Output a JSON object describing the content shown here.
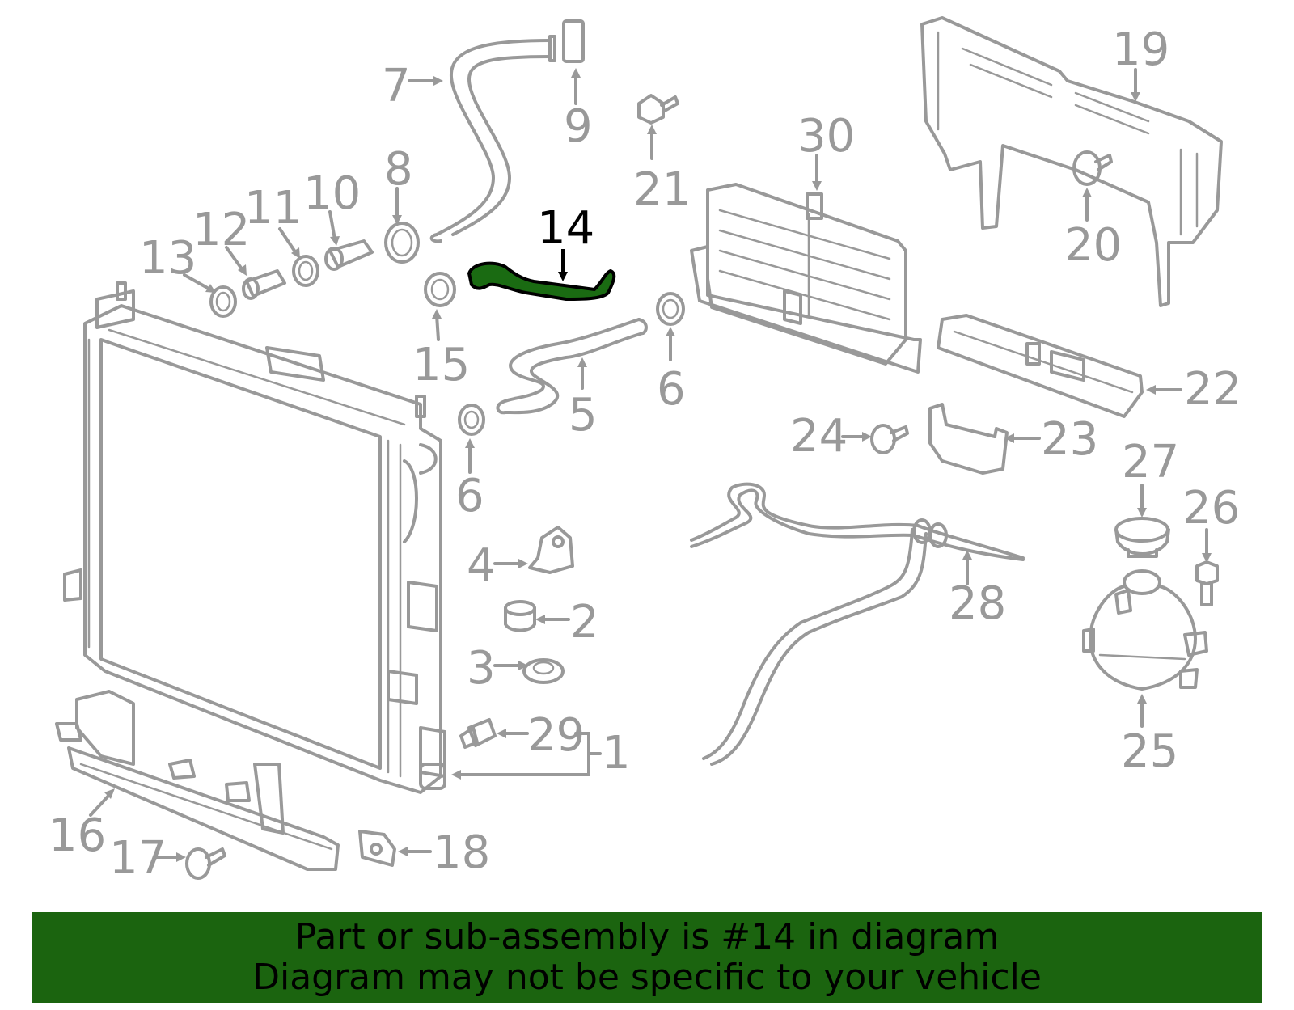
{
  "highlighted_part": "14",
  "banner": {
    "line1": "Part or sub-assembly is #14 in diagram",
    "line2": "Diagram may not be specific to your vehicle"
  },
  "callouts": {
    "c1": "1",
    "c2": "2",
    "c3": "3",
    "c4": "4",
    "c5": "5",
    "c6a": "6",
    "c6b": "6",
    "c7": "7",
    "c8": "8",
    "c9": "9",
    "c10": "10",
    "c11": "11",
    "c12": "12",
    "c13": "13",
    "c14": "14",
    "c15": "15",
    "c16": "16",
    "c17": "17",
    "c18": "18",
    "c19": "19",
    "c20": "20",
    "c21": "21",
    "c22": "22",
    "c23": "23",
    "c24": "24",
    "c25": "25",
    "c26": "26",
    "c27": "27",
    "c28": "28",
    "c29": "29",
    "c30": "30"
  },
  "colors": {
    "part_outline": "#999999",
    "highlight_fill": "#1a6b12",
    "banner_bg": "#1b640f",
    "banner_text": "#000000"
  }
}
